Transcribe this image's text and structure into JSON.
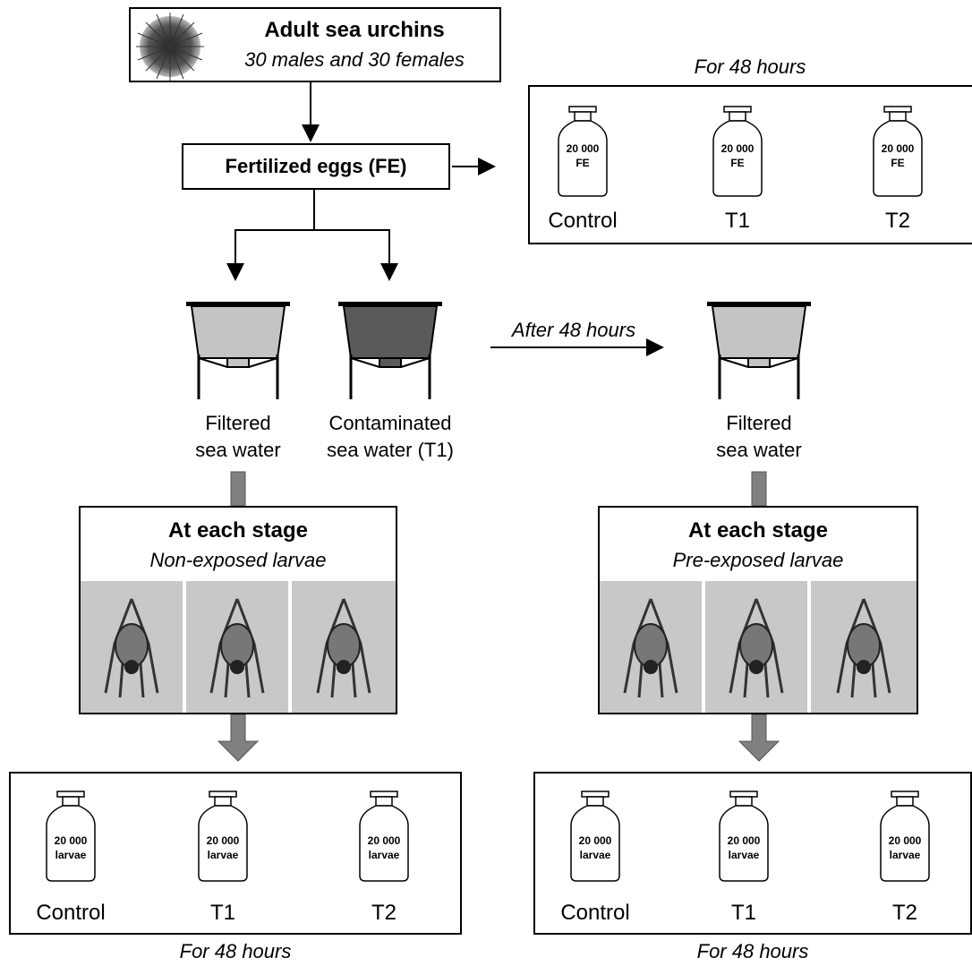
{
  "adult": {
    "title": "Adult sea urchins",
    "subtitle": "30 males and 30 females",
    "icon": "sea-urchin-icon"
  },
  "fertilized": {
    "label": "Fertilized eggs (FE)"
  },
  "top_group": {
    "caption": "For 48 hours",
    "bottles": [
      {
        "line1": "20 000",
        "line2": "FE",
        "label": "Control"
      },
      {
        "line1": "20 000",
        "line2": "FE",
        "label": "T1"
      },
      {
        "line1": "20 000",
        "line2": "FE",
        "label": "T2"
      }
    ]
  },
  "tanks": {
    "filtered_left": {
      "line1": "Filtered",
      "line2": "sea water",
      "color": "#c4c4c4"
    },
    "contaminated": {
      "line1": "Contaminated",
      "line2": "sea water (T1)",
      "color": "#5a5a5a"
    },
    "filtered_right": {
      "line1": "Filtered",
      "line2": "sea water",
      "color": "#c4c4c4"
    }
  },
  "after_label": "After 48 hours",
  "stage_left": {
    "title": "At each stage",
    "subtitle": "Non-exposed larvae"
  },
  "stage_right": {
    "title": "At each stage",
    "subtitle": "Pre-exposed larvae"
  },
  "bottom_left": {
    "caption": "For 48 hours",
    "bottles": [
      {
        "line1": "20 000",
        "line2": "larvae",
        "label": "Control"
      },
      {
        "line1": "20 000",
        "line2": "larvae",
        "label": "T1"
      },
      {
        "line1": "20 000",
        "line2": "larvae",
        "label": "T2"
      }
    ]
  },
  "bottom_right": {
    "caption": "For 48 hours",
    "bottles": [
      {
        "line1": "20 000",
        "line2": "larvae",
        "label": "Control"
      },
      {
        "line1": "20 000",
        "line2": "larvae",
        "label": "T1"
      },
      {
        "line1": "20 000",
        "line2": "larvae",
        "label": "T2"
      }
    ]
  }
}
